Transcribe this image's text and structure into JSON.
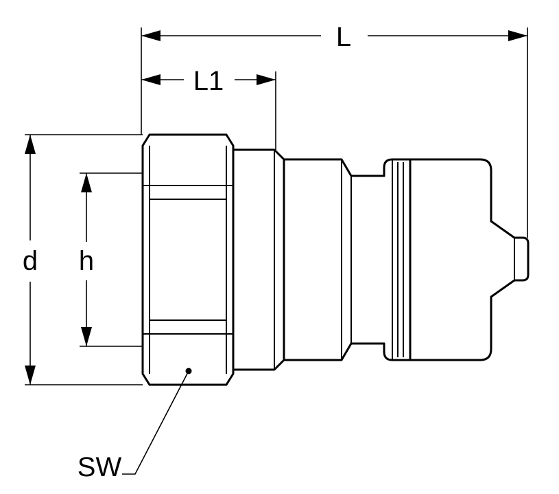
{
  "labels": {
    "overall_length": "L",
    "hex_length": "L1",
    "outer_diameter": "d",
    "hex_inner_height": "h",
    "wrench_size": "SW"
  },
  "colors": {
    "line": "#000000",
    "background": "#ffffff"
  }
}
